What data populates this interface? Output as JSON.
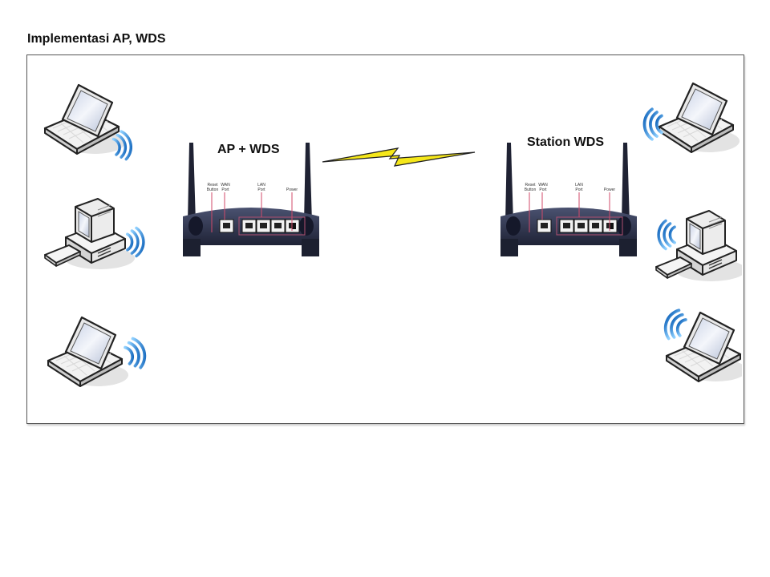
{
  "page": {
    "title": "Implementasi AP, WDS"
  },
  "diagram": {
    "left_router": {
      "label": "AP + WDS",
      "port_labels": {
        "reset": [
          "Reset",
          "Button"
        ],
        "wan": [
          "WAN",
          "Port"
        ],
        "lan": [
          "LAN",
          "Port"
        ],
        "power": [
          "Power"
        ]
      },
      "lan_port_count": 4
    },
    "right_router": {
      "label": "Station WDS",
      "port_labels": {
        "reset": [
          "Reset",
          "Button"
        ],
        "wan": [
          "WAN",
          "Port"
        ],
        "lan": [
          "LAN",
          "Port"
        ],
        "power": [
          "Power"
        ]
      },
      "lan_port_count": 4
    },
    "link": {
      "type": "wireless-lightning-bolt",
      "color": "#f5e71a"
    },
    "left_clients": [
      {
        "type": "laptop",
        "icon": "laptop-icon"
      },
      {
        "type": "desktop",
        "icon": "desktop-computer-icon"
      },
      {
        "type": "laptop",
        "icon": "laptop-icon"
      }
    ],
    "right_clients": [
      {
        "type": "laptop",
        "icon": "laptop-icon"
      },
      {
        "type": "desktop",
        "icon": "desktop-computer-icon"
      },
      {
        "type": "laptop",
        "icon": "laptop-icon"
      }
    ],
    "colors": {
      "wifi": "#1e7fd6",
      "router_body": "#2a2f45",
      "port_marker": "#d14a6a"
    }
  }
}
